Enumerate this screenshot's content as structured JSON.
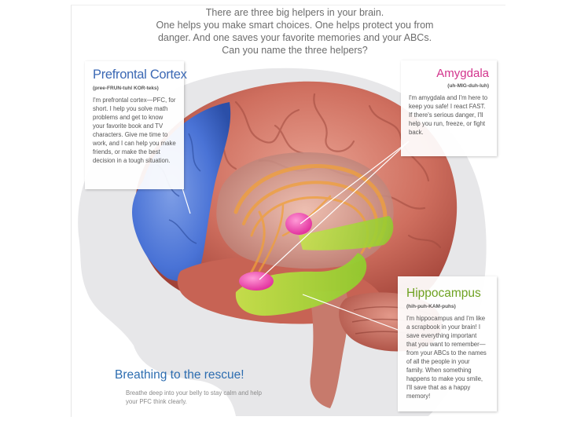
{
  "intro": {
    "lines": [
      "There are three big helpers in your brain.",
      "One helps you make smart choices. One helps protect you from",
      "danger. And one saves your favorite memories and your ABCs.",
      "Can you name the three helpers?"
    ]
  },
  "prefrontal": {
    "title": "Prefrontal Cortex",
    "pronunciation": "(pree-FRUN-tuhl KOR-teks)",
    "text": "I'm prefrontal cortex—PFC, for short. I help you solve math problems and get to know your favorite book and TV characters. Give me time to work, and I can help you make friends, or make the best decision in a tough situation."
  },
  "amygdala": {
    "title": "Amygdala",
    "pronunciation": "(uh-MIG-duh-luh)",
    "text": "I'm amygdala and I'm here to keep you safe! I react FAST. If there's serious danger, I'll help you run, freeze, or fight back."
  },
  "hippocampus": {
    "title": "Hippocampus",
    "pronunciation": "(hih-puh-KAM-puhs)",
    "text": "I'm hippocampus and I'm like a scrapbook in your brain! I save everything important that you want to remember—from your ABCs to the names of all the people in your family. When something happens to make you smile, I'll save that as a happy memory!"
  },
  "rescue": {
    "title": "Breathing to the rescue!",
    "text": "Breathe deep into your belly to stay calm and help your PFC think clearly."
  },
  "colors": {
    "prefrontal": "#3b68b4",
    "amygdala": "#d2338c",
    "hippocampus": "#6ea221",
    "rescue": "#2d6db0",
    "brain": "#c96a5c",
    "head": "#e7e7e9"
  }
}
